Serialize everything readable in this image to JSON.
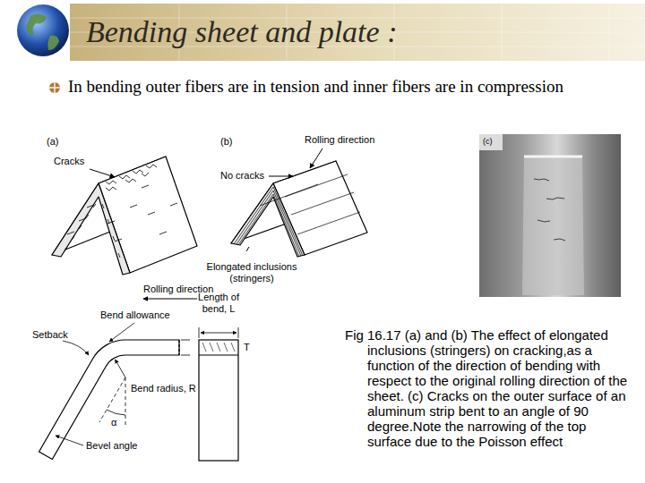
{
  "diagram": {
    "title": "Bending sheet and plate :",
    "caption": "Fig 16.17 (a) and (b) The effect of elongated inclusions (stringers) on cracking,as a function of the direction of bending with respect to the original rolling direction of the sheet. (c) Cracks on the outer surface of an aluminum strip bent to an angle of 90 degree.Note the narrowing of the top surface due to the Poisson effect",
    "labels": [
      "In bending outer fibers are in tension and inner fibers are in compression",
      "(a)",
      "Cracks",
      "Rolling direction",
      "(b)",
      "Rolling direction",
      "No cracks",
      "Elongated inclusions (stringers)",
      "(c)",
      "Bend allowance",
      "Length of bend, L",
      "Setback",
      "Bend radius, R",
      "T",
      "α",
      "Bevel angle"
    ]
  }
}
